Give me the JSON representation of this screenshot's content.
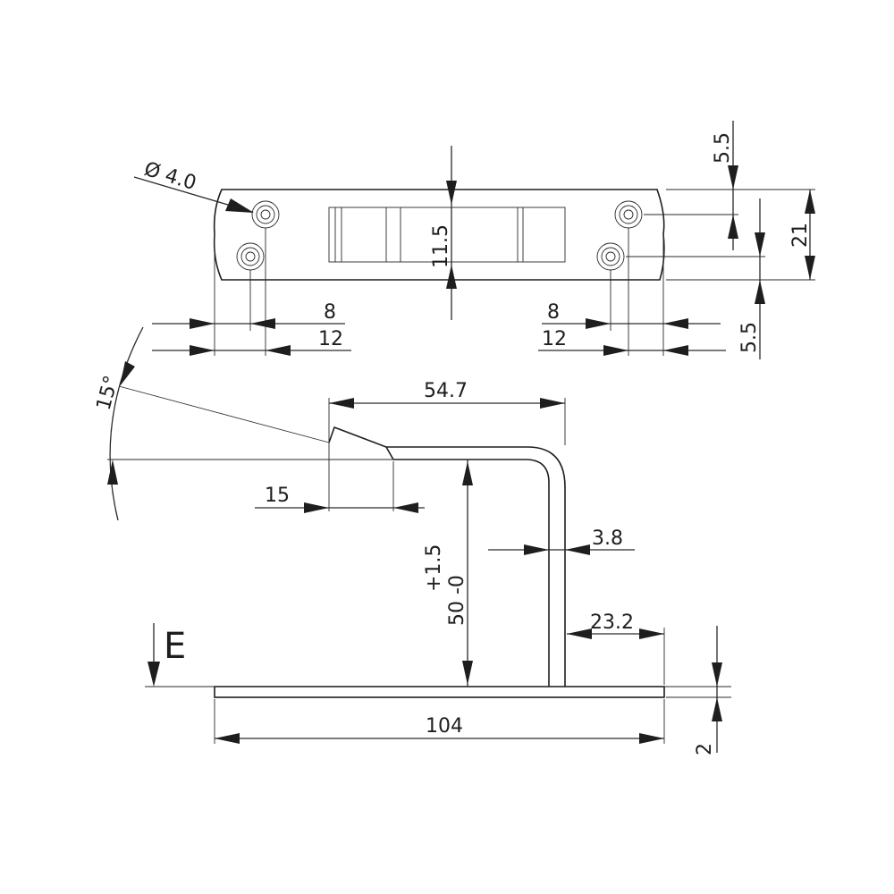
{
  "drawing": {
    "hole_diameter": "Ø 4.0",
    "slot_height": "11.5",
    "hole_offset_top": "5.5",
    "plate_width": "21",
    "hole_offset_bottom": "5.5",
    "left_hole_x1": "8",
    "left_hole_x2": "12",
    "right_hole_x1": "8",
    "right_hole_x2": "12",
    "bend_angle": "15°",
    "hook_length": "54.7",
    "tip_length": "15",
    "material_thickness": "3.8",
    "height_tolerance_upper": "+1.5",
    "height_tolerance_lower": "50 -0",
    "leg_offset": "23.2",
    "base_length": "104",
    "base_thickness": "2",
    "section_label": "E"
  }
}
